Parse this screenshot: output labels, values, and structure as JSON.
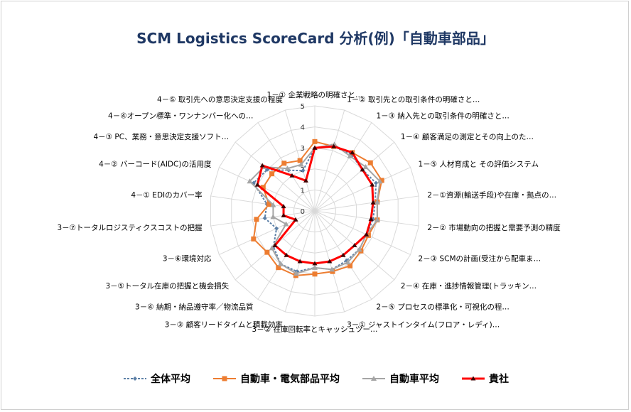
{
  "chart_data": {
    "type": "radar",
    "title": "SCM Logistics ScoreCard 分析(例)「自動車部品」",
    "axis_range": [
      0,
      5
    ],
    "ticks": [
      "0",
      "1",
      "2",
      "3",
      "4",
      "5"
    ],
    "categories": [
      "1－① 企業戦略の明確さと…",
      "1－② 取引先との取引条件の明確さと…",
      "1－③ 納入先との取引条件の明確さと…",
      "1－④ 顧客満足の測定とその向上のた…",
      "1－⑤ 人材育成と その評価システム",
      "2－①資源(輸送手段)や在庫・拠点の…",
      "2－② 市場動向の把握と需要予測の精度",
      "2－③ SCMの計画(受注から配車ま…",
      "2－④ 在庫・進捗情報管理(トラッキン…",
      "2－⑤ プロセスの標準化・可視化の程…",
      "3－① ジャストインタイム(フロア・レディ)…",
      "3－② 在庫回転率とキャッシュツー…",
      "3－③ 顧客リードタイムと積載効率",
      "3－④ 納期・納品遵守率／物流品質",
      "3－⑤トータル在庫の把握と機会損失",
      "3－⑥環境対応",
      "3－⑦トータルロジスティクスコストの把握",
      "4－① EDIのカバー率",
      "4－② バーコード(AIDC)の活用度",
      "4－③ PC、業務・意思決定支援ソフト…",
      "4－④オープン標準・ワンナンバー化への…",
      "4－⑤ 取引先への意思決定支援の程度"
    ],
    "series": [
      {
        "name": "全体平均",
        "color": "#5b7fa6",
        "marker": "diamond",
        "dash": true,
        "values": [
          3.0,
          3.2,
          3.2,
          3.0,
          3.2,
          2.9,
          2.8,
          2.7,
          2.8,
          2.8,
          2.9,
          2.7,
          3.0,
          3.0,
          2.6,
          2.0,
          2.4,
          2.3,
          3.2,
          3.0,
          2.3,
          2.0
        ]
      },
      {
        "name": "自動車・電気部品平均",
        "color": "#ed7d31",
        "marker": "square",
        "dash": false,
        "values": [
          3.3,
          3.2,
          3.3,
          3.5,
          3.5,
          3.0,
          3.0,
          2.8,
          2.9,
          3.1,
          3.0,
          3.0,
          3.2,
          3.2,
          3.0,
          3.2,
          2.8,
          2.2,
          2.7,
          2.7,
          2.7,
          2.5
        ]
      },
      {
        "name": "自動車平均",
        "color": "#a5a5a5",
        "marker": "triangle",
        "dash": false,
        "values": [
          3.0,
          3.3,
          3.1,
          3.2,
          3.4,
          3.0,
          3.0,
          2.7,
          2.8,
          2.9,
          2.9,
          2.7,
          3.1,
          3.0,
          2.7,
          1.5,
          2.0,
          2.0,
          3.4,
          3.2,
          2.4,
          2.3
        ]
      },
      {
        "name": "貴社",
        "color": "#ff0000",
        "marker": "triangle-dark",
        "dash": false,
        "values": [
          3.0,
          3.2,
          3.3,
          3.0,
          3.0,
          2.8,
          2.7,
          2.7,
          2.5,
          2.5,
          2.5,
          2.5,
          2.5,
          2.5,
          2.5,
          1.0,
          1.5,
          1.5,
          3.0,
          3.3,
          2.0,
          1.5
        ]
      }
    ]
  }
}
